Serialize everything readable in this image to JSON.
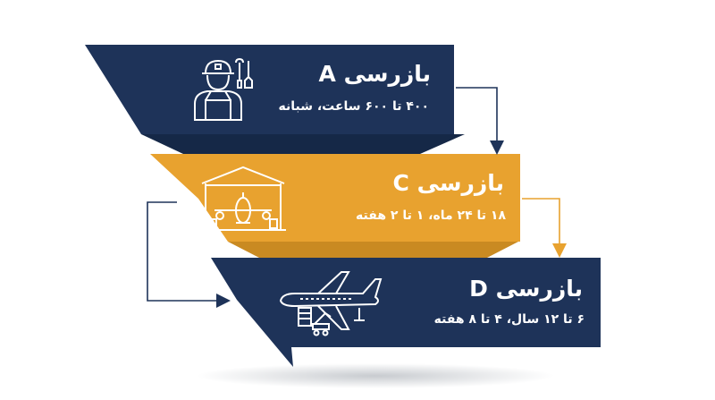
{
  "colors": {
    "navy": "#1e3359",
    "navy_dark": "#152847",
    "orange": "#e8a22f",
    "orange_dark": "#c98a22",
    "arrow_navy": "#1e3359",
    "arrow_orange": "#e8a22f"
  },
  "panels": [
    {
      "title": "بازرسی A",
      "subtitle": "۴۰۰ تا ۶۰۰ ساعت، شبانه",
      "icon": "mechanic-icon"
    },
    {
      "title": "بازرسی C",
      "subtitle": "۱۸ تا ۲۴ ماه، ۱ تا ۲ هفته",
      "icon": "hangar-icon"
    },
    {
      "title": "بازرسی D",
      "subtitle": "۶ تا ۱۲ سال، ۴ تا ۸ هفته",
      "icon": "airplane-service-icon"
    }
  ]
}
